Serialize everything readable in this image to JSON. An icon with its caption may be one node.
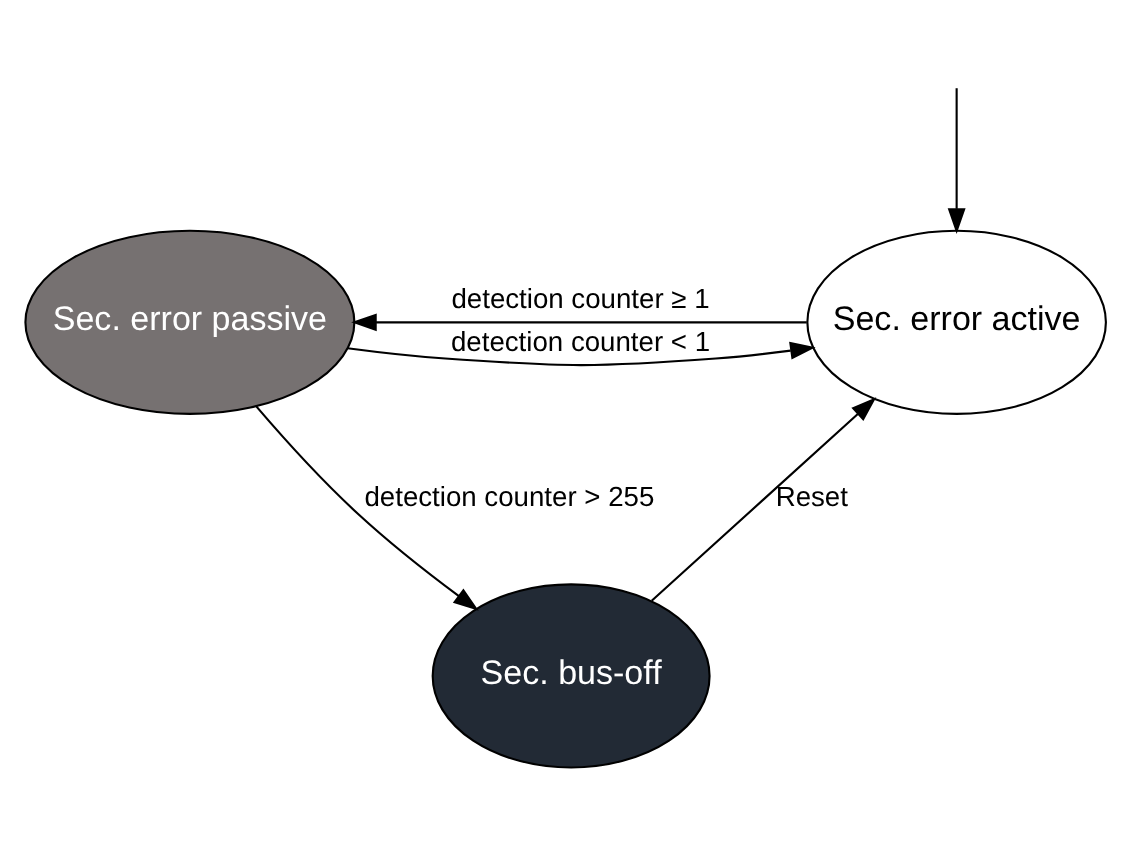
{
  "diagram": {
    "nodes": [
      {
        "text": [
          "Sec. error active"
        ]
      },
      {
        "text": [
          "Sec. error passive"
        ]
      },
      {
        "text": [
          "Sec. bus-off"
        ]
      }
    ],
    "edges": [
      {
        "from": null,
        "to": 0,
        "arrow": "to"
      },
      {
        "from": 0,
        "to": 1,
        "arrow": "to",
        "label": "detection counter ≥ 1"
      },
      {
        "from": 1,
        "to": 0,
        "arrow": "to",
        "label": "detection counter < 1"
      },
      {
        "from": 1,
        "to": 2,
        "arrow": "to",
        "label": "detection counter > 255"
      },
      {
        "from": 2,
        "to": 0,
        "arrow": "to",
        "label": "Reset"
      }
    ]
  }
}
